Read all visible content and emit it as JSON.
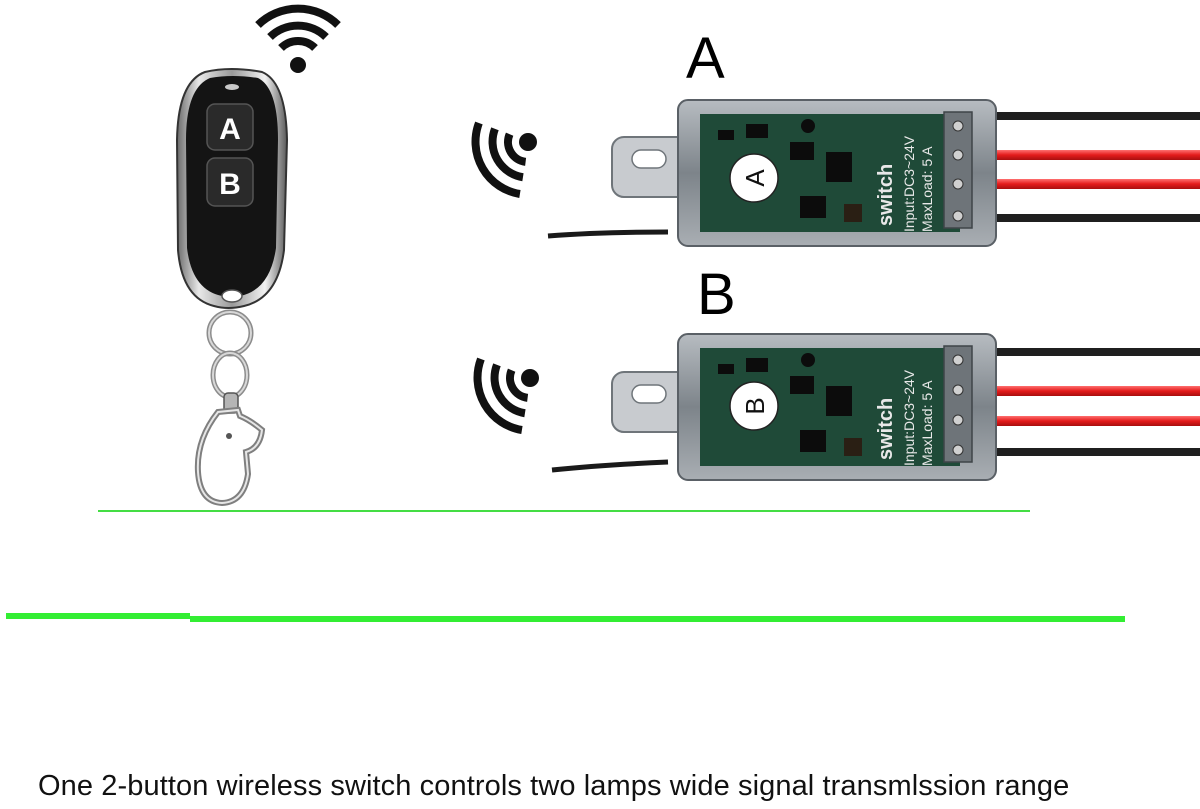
{
  "remote": {
    "button_a": "A",
    "button_b": "B"
  },
  "receivers": [
    {
      "heading": "A",
      "badge": "A",
      "brand": "switch",
      "spec_input": "Input:DC3~24V",
      "spec_load": "MaxLoad: 5 A"
    },
    {
      "heading": "B",
      "badge": "B",
      "brand": "switch",
      "spec_input": "Input:DC3~24V",
      "spec_load": "MaxLoad: 5 A"
    }
  ],
  "caption": "One 2-button wireless switch controls two lamps wide signal transmlssion range",
  "colors": {
    "background": "#ffffff",
    "range_line": "#33dd33",
    "wire_red": "#e02222",
    "wire_black": "#222222",
    "pcb": "#1f4a38",
    "case": "#8a8f95"
  },
  "icons": {
    "remote_signal": "wifi-signal-icon",
    "receiver_signal": "wifi-signal-icon"
  }
}
